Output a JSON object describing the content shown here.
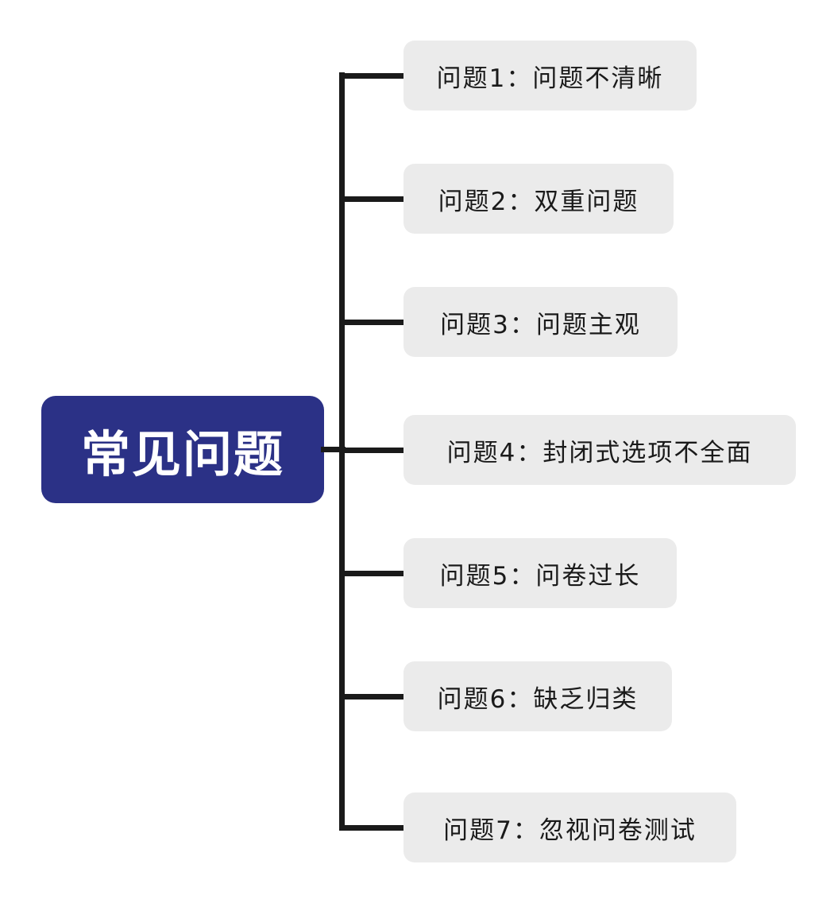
{
  "diagram": {
    "type": "mindmap",
    "root": {
      "label": "常见问题"
    },
    "branches": [
      {
        "label": "问题1：问题不清晰"
      },
      {
        "label": "问题2：双重问题"
      },
      {
        "label": "问题3：问题主观"
      },
      {
        "label": "问题4：封闭式选项不全面"
      },
      {
        "label": "问题5：问卷过长"
      },
      {
        "label": "问题6：缺乏归类"
      },
      {
        "label": "问题7：忽视问卷测试"
      }
    ],
    "colors": {
      "root_bg": "#2B3186",
      "root_text": "#FFFFFF",
      "branch_bg": "#EBEBEB",
      "branch_text": "#1A1A1A",
      "line": "#1A1A1A",
      "canvas_bg": "#FFFFFF"
    }
  }
}
